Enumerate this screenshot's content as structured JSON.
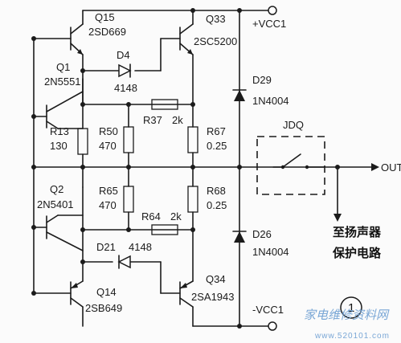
{
  "transistors": {
    "q15": {
      "ref": "Q15",
      "part": "2SD669"
    },
    "q33": {
      "ref": "Q33",
      "part": "2SC5200"
    },
    "q1": {
      "ref": "Q1",
      "part": "2N5551"
    },
    "q2": {
      "ref": "Q2",
      "part": "2N5401"
    },
    "q14": {
      "ref": "Q14",
      "part": "2SB649"
    },
    "q34": {
      "ref": "Q34",
      "part": "2SA1943"
    }
  },
  "diodes": {
    "d4": {
      "ref": "D4",
      "part": "4148"
    },
    "d21": {
      "ref": "D21",
      "part": "4148"
    },
    "d29": {
      "ref": "D29",
      "part": "1N4004"
    },
    "d26": {
      "ref": "D26",
      "part": "1N4004"
    }
  },
  "resistors": {
    "r13": {
      "ref": "R13",
      "value": "130"
    },
    "r50": {
      "ref": "R50",
      "value": "470"
    },
    "r37": {
      "ref": "R37",
      "value": "2k"
    },
    "r67": {
      "ref": "R67",
      "value": "0.25"
    },
    "r65": {
      "ref": "R65",
      "value": "470"
    },
    "r68": {
      "ref": "R68",
      "value": "0.25"
    },
    "r64": {
      "ref": "R64",
      "value": "2k"
    }
  },
  "rails": {
    "positive": "+VCC1",
    "negative": "-VCC1"
  },
  "relay": {
    "label": "JDQ"
  },
  "output": {
    "label": "OUT"
  },
  "note": {
    "line1": "至扬声器",
    "line2": "保护电路"
  },
  "figure_number": "1",
  "watermark": {
    "text": "家电维修资料网",
    "url": "www.520101.com"
  }
}
